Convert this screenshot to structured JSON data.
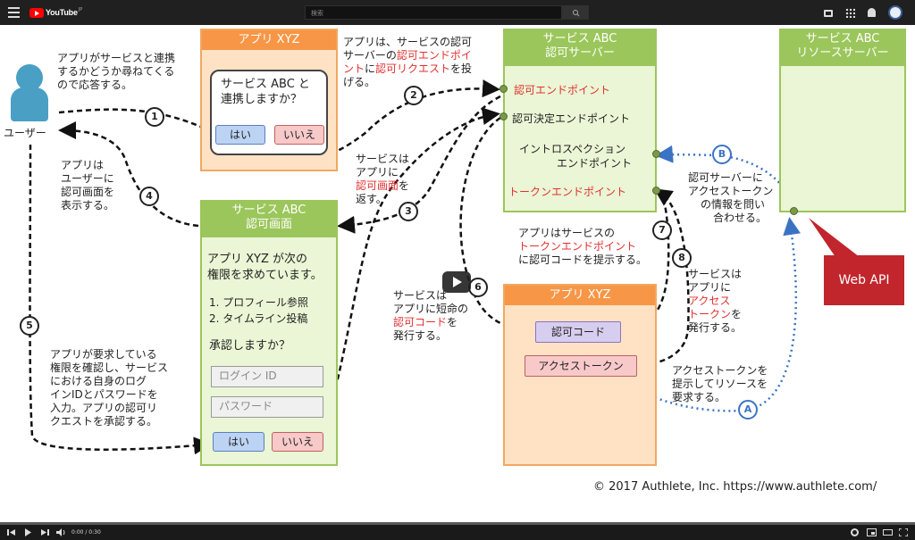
{
  "youtube": {
    "logo_text": "YouTube",
    "logo_sup": "JP",
    "search_placeholder": "検索",
    "time": "0:00 / 0:30"
  },
  "user_label": "ユーザー",
  "boxes": {
    "app_top": {
      "title": "アプリ XYZ",
      "dialog_text_1": "サービス ABC と",
      "dialog_text_2": "連携しますか？",
      "yes": "はい",
      "no": "いいえ"
    },
    "auth_server": {
      "title_1": "サービス ABC",
      "title_2": "認可サーバー",
      "ep1": "認可エンドポイント",
      "ep2": "認可決定エンドポイント",
      "ep3a": "イントロスペクション",
      "ep3b": "エンドポイント",
      "ep4": "トークンエンドポイント"
    },
    "resource_server": {
      "title_1": "サービス ABC",
      "title_2": "リソースサーバー"
    },
    "auth_screen": {
      "title_1": "サービス ABC",
      "title_2": "認可画面",
      "line1": "アプリ XYZ が次の",
      "line2": "権限を求めています。",
      "perm1": "1. プロフィール参照",
      "perm2": "2. タイムライン投稿",
      "confirm": "承認しますか？",
      "login_placeholder": "ログイン ID",
      "password_placeholder": "パスワード",
      "yes": "はい",
      "no": "いいえ"
    },
    "app_bottom": {
      "title": "アプリ XYZ",
      "code": "認可コード",
      "token": "アクセストークン"
    },
    "web_api": "Web API"
  },
  "notes": {
    "n1": [
      "アプリがサービスと連携",
      "するかどうか尋ねてくる",
      "ので応答する。"
    ],
    "n2a": "アプリは、サービスの認可",
    "n2b_pre": "サーバーの",
    "n2b_red": "認可エンドポイ",
    "n2c_red1": "ント",
    "n2c_mid": "に",
    "n2c_red2": "認可リクエスト",
    "n2c_post": "を投",
    "n2d": "げる。",
    "n3a": "サービスは",
    "n3b": "アプリに",
    "n3c_red": "認可画面",
    "n3c_post": "を",
    "n3d": "返す。",
    "n4": [
      "アプリは",
      "ユーザーに",
      "認可画面を",
      "表示する。"
    ],
    "n5": [
      "アプリが要求している",
      "権限を確認し、サービス",
      "における自身のログ",
      "インIDとパスワードを",
      "入力。アプリの認可リ",
      "クエストを承認する。"
    ],
    "n6a": "サービスは",
    "n6b": "アプリに短命の",
    "n6c_red": "認可コード",
    "n6c_post": "を",
    "n6d": "発行する。",
    "n7a": "アプリはサービスの",
    "n7b_red": "トークンエンドポイント",
    "n7c": "に認可コードを提示する。",
    "n8a": "サービスは",
    "n8b": "アプリに",
    "n8c_red": "アクセス",
    "n8d_red": "トークン",
    "n8d_post": "を",
    "n8e": "発行する。",
    "nA": [
      "アクセストークンを",
      "提示してリソースを",
      "要求する。"
    ],
    "nB": [
      "認可サーバーに",
      "アクセストークン",
      "の情報を問い",
      "合わせる。"
    ]
  },
  "steps": [
    "1",
    "2",
    "3",
    "4",
    "5",
    "6",
    "7",
    "8",
    "A",
    "B"
  ],
  "copyright": "© 2017 Authlete, Inc.  https://www.authlete.com/",
  "colors": {
    "orange": "#f79646",
    "green": "#9bc65b",
    "red": "#e23030",
    "blue": "#3b73c4"
  }
}
